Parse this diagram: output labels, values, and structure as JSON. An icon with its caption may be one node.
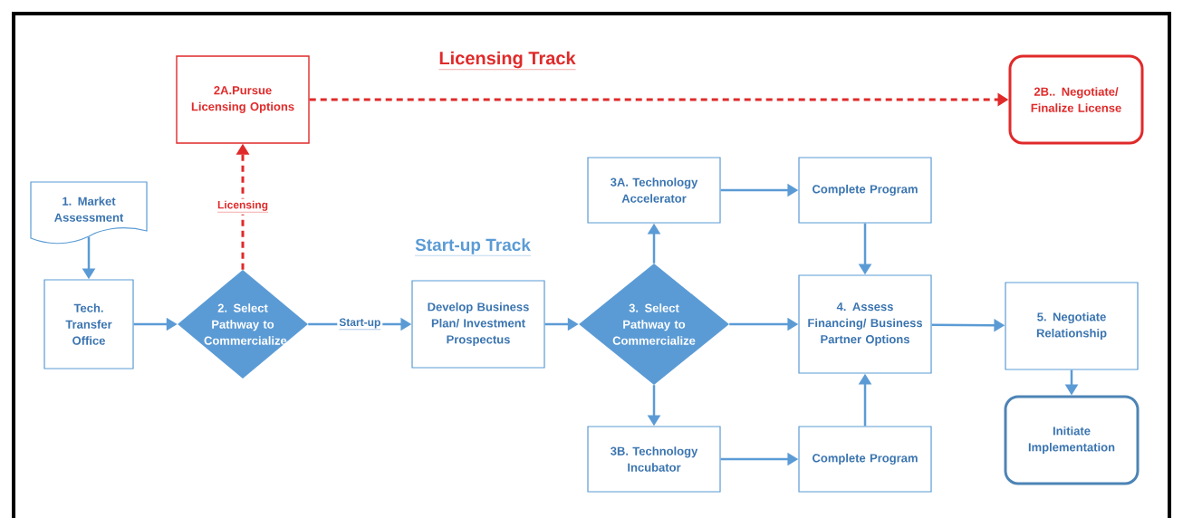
{
  "diagram": {
    "nodes": [
      {
        "text": [
          "1. Market Assessment"
        ]
      },
      {
        "text": [
          "Tech. Transfer Office"
        ]
      },
      {
        "text": [
          "2. Select Pathway to Commercialize"
        ]
      },
      {
        "text": [
          "2A.Pursue Licensing Options"
        ]
      },
      {
        "text": [
          "2B.. Negotiate/ Finalize License"
        ]
      },
      {
        "text": [
          "Develop Business Plan/ Investment Prospectus"
        ]
      },
      {
        "text": [
          "3. Select Pathway to Commercialize"
        ]
      },
      {
        "text": [
          "3A. Technology Accelerator"
        ]
      },
      {
        "text": [
          "3B. Technology Incubator"
        ]
      },
      {
        "text": [
          "Complete Program"
        ]
      },
      {
        "text": [
          "4. Assess Financing/ Business Partner Options"
        ]
      },
      {
        "text": [
          "Complete Program"
        ]
      },
      {
        "text": [
          "5. Negotiate Relationship"
        ]
      },
      {
        "text": [
          "Initiate Implementation"
        ]
      }
    ],
    "edges": [
      {
        "from": 0,
        "to": 1,
        "arrow": "to"
      },
      {
        "from": 1,
        "to": 2,
        "arrow": "to"
      },
      {
        "from": 2,
        "to": 3,
        "arrow": "to",
        "label": "Licensing",
        "style": "dashed",
        "color": "#e02a2a"
      },
      {
        "from": 2,
        "to": 5,
        "arrow": "to",
        "label": "Start-up"
      },
      {
        "from": 3,
        "to": 4,
        "arrow": "to",
        "style": "dashed",
        "color": "#e02a2a"
      },
      {
        "from": 5,
        "to": 6,
        "arrow": "to"
      },
      {
        "from": 6,
        "to": 7,
        "arrow": "to"
      },
      {
        "from": 6,
        "to": 8,
        "arrow": "to"
      },
      {
        "from": 6,
        "to": 10,
        "arrow": "to"
      },
      {
        "from": 7,
        "to": 9,
        "arrow": "to"
      },
      {
        "from": 8,
        "to": 11,
        "arrow": "to"
      },
      {
        "from": 9,
        "to": 10,
        "arrow": "to"
      },
      {
        "from": 11,
        "to": 10,
        "arrow": "to"
      },
      {
        "from": 10,
        "to": 12,
        "arrow": "to"
      },
      {
        "from": 12,
        "to": 13,
        "arrow": "to"
      }
    ],
    "labels": [
      "Licensing Track",
      "Start-up Track"
    ]
  }
}
